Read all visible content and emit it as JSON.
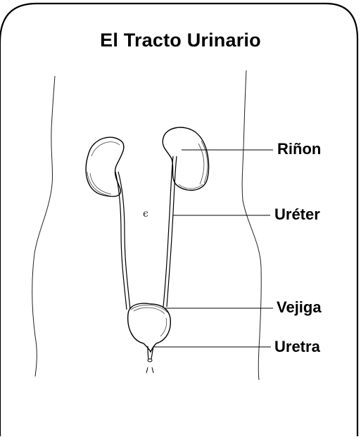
{
  "title": "El Tracto Urinario",
  "labels": {
    "kidney": "Riñon",
    "ureter": "Uréter",
    "bladder": "Vejiga",
    "urethra": "Uretra"
  },
  "mark": "ϵ"
}
